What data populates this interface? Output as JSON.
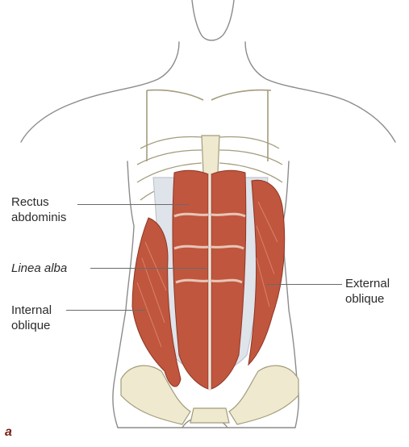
{
  "figure": {
    "panel_letter": "a",
    "colors": {
      "muscle": "#c0563e",
      "muscle_dark": "#8e3624",
      "muscle_light": "#d98268",
      "skin_outline": "#8c8c8c",
      "bone": "#efe9cf",
      "bone_outline": "#a39c7c",
      "fascia": "#dfe3ea",
      "label_text": "#2b2b2b"
    },
    "labels": {
      "rectus_abdominis": [
        "Rectus",
        "abdominis"
      ],
      "linea_alba": "Linea alba",
      "internal_oblique": [
        "Internal",
        "oblique"
      ],
      "external_oblique": [
        "External",
        "oblique"
      ]
    }
  }
}
